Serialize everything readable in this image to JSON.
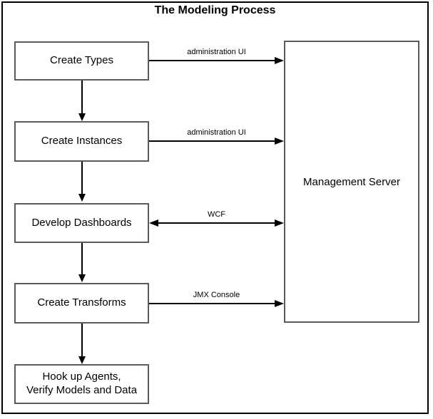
{
  "diagram": {
    "title": "The Modeling Process",
    "steps": [
      {
        "id": "create-types",
        "label": "Create Types"
      },
      {
        "id": "create-instances",
        "label": "Create Instances"
      },
      {
        "id": "develop-dashboards",
        "label": "Develop Dashboards"
      },
      {
        "id": "create-transforms",
        "label": "Create Transforms"
      },
      {
        "id": "hook-up-agents",
        "label": "Hook up Agents,\nVerify Models and Data"
      }
    ],
    "server": {
      "label": "Management Server"
    },
    "connections": [
      {
        "from": "create-types",
        "to": "management-server",
        "label": "administration UI",
        "direction": "one-way-right"
      },
      {
        "from": "create-instances",
        "to": "management-server",
        "label": "administration UI",
        "direction": "one-way-right"
      },
      {
        "from": "develop-dashboards",
        "to": "management-server",
        "label": "WCF",
        "direction": "two-way"
      },
      {
        "from": "create-transforms",
        "to": "management-server",
        "label": "JMX Console",
        "direction": "one-way-right"
      }
    ],
    "flow_arrows": [
      {
        "from": "create-types",
        "to": "create-instances"
      },
      {
        "from": "create-instances",
        "to": "develop-dashboards"
      },
      {
        "from": "develop-dashboards",
        "to": "create-transforms"
      },
      {
        "from": "create-transforms",
        "to": "hook-up-agents"
      }
    ],
    "colors": {
      "outer_border": "#000000",
      "box_border": "#5b5b5b",
      "arrow": "#000000",
      "background": "#ffffff",
      "text": "#000000"
    }
  }
}
